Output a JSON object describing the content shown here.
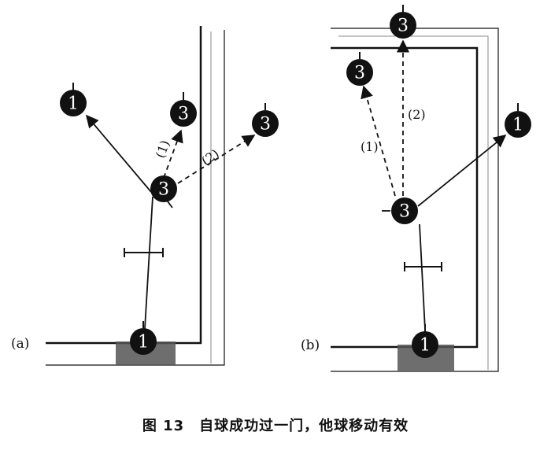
{
  "diagram_a": {
    "label": "(a)",
    "balls": {
      "start": "1",
      "moved": "3",
      "target_1": "1",
      "path1_end": "3",
      "path2_end": "3"
    },
    "path_labels": {
      "p1": "(1)",
      "p2": "(2)"
    }
  },
  "diagram_b": {
    "label": "(b)",
    "balls": {
      "start": "1",
      "moved": "3",
      "target_1": "1",
      "path1_end": "3",
      "path2_end": "3"
    },
    "path_labels": {
      "p1": "(1)",
      "p2": "(2)"
    }
  },
  "caption": "图 13　自球成功过一门，他球移动有效"
}
